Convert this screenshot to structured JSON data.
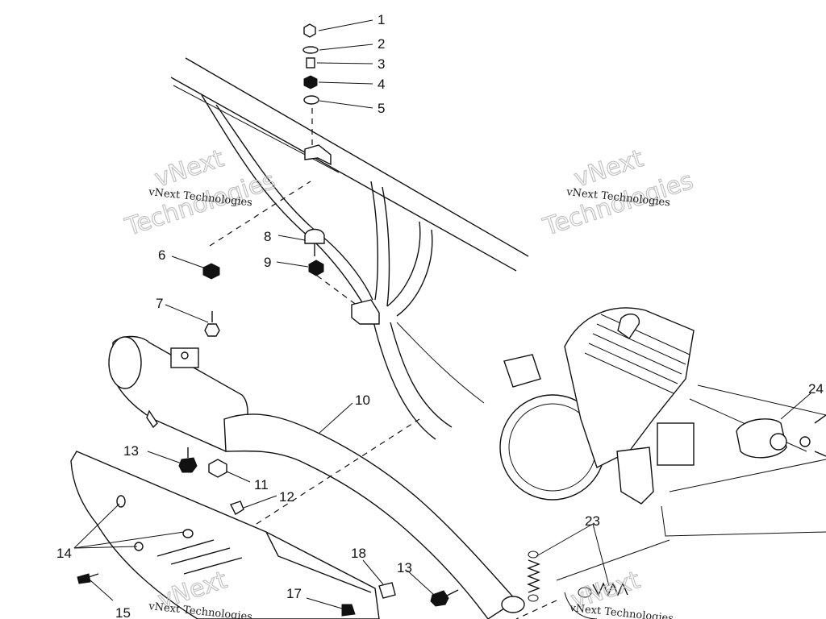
{
  "callouts": {
    "c1": "1",
    "c2": "2",
    "c3": "3",
    "c4": "4",
    "c5": "5",
    "c6": "6",
    "c7": "7",
    "c8": "8",
    "c9": "9",
    "c10": "10",
    "c11": "11",
    "c12": "12",
    "c13a": "13",
    "c13b": "13",
    "c14": "14",
    "c15": "15",
    "c17": "17",
    "c18": "18",
    "c23": "23",
    "c24": "24"
  },
  "watermark": {
    "brand": "vNext Technologies",
    "big_top": "vNext",
    "big_bottom": "Technologies"
  }
}
